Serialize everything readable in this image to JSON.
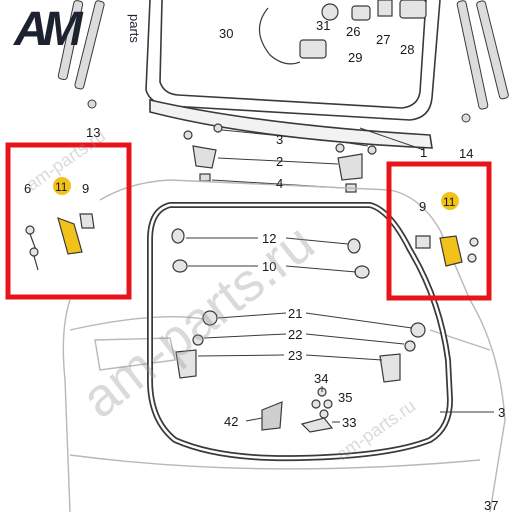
{
  "logo": {
    "brand": "AM",
    "sub": "parts"
  },
  "watermarks": [
    "am-parts.ru",
    "am-parts.ru",
    "am-parts.ru"
  ],
  "colors": {
    "highlight_box": "#e8141b",
    "callout_fill": "#f3c21a",
    "line": "#3a3a3a"
  },
  "labels": {
    "l30": "30",
    "l31": "31",
    "l26": "26",
    "l27": "27",
    "l28": "28",
    "l29": "29",
    "l13": "13",
    "l3a": "3",
    "l2": "2",
    "l4": "4",
    "l1": "1",
    "l14": "14",
    "l6": "6",
    "l11a": "11",
    "l9a": "9",
    "l9b": "9",
    "l11b": "11",
    "l12": "12",
    "l10": "10",
    "l21": "21",
    "l22": "22",
    "l23": "23",
    "l34": "34",
    "l35": "35",
    "l33": "33",
    "l42": "42",
    "l3b": "3",
    "l37": "37"
  }
}
